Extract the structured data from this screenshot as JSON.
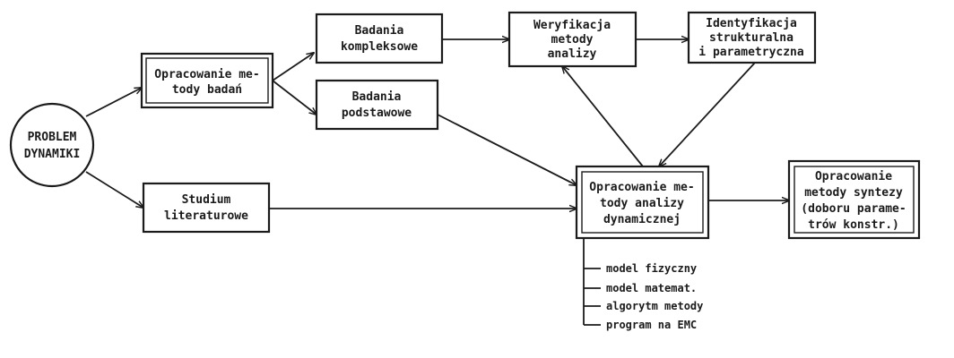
{
  "diagram": {
    "nodes": {
      "problem": [
        "PROBLEM",
        "DYNAMIKI"
      ],
      "opracowanie_badan": [
        "Opracowanie me-",
        "tody badań"
      ],
      "badania_kompleksowe": [
        "Badania",
        "kompleksowe"
      ],
      "badania_podstawowe": [
        "Badania",
        "podstawowe"
      ],
      "weryfikacja": [
        "Weryfikacja",
        "metody",
        "analizy"
      ],
      "identyfikacja": [
        "Identyfikacja",
        "strukturalna",
        "i parametryczna"
      ],
      "studium": [
        "Studium",
        "literaturowe"
      ],
      "analiza_dynamiczna": [
        "Opracowanie me-",
        "tody analizy",
        "dynamicznej"
      ],
      "synteza": [
        "Opracowanie",
        "metody syntezy",
        "(doboru parame-",
        "trów konstr.)"
      ]
    },
    "components": [
      "model fizyczny",
      "model matemat.",
      "algorytm metody",
      "program na EMC"
    ]
  }
}
